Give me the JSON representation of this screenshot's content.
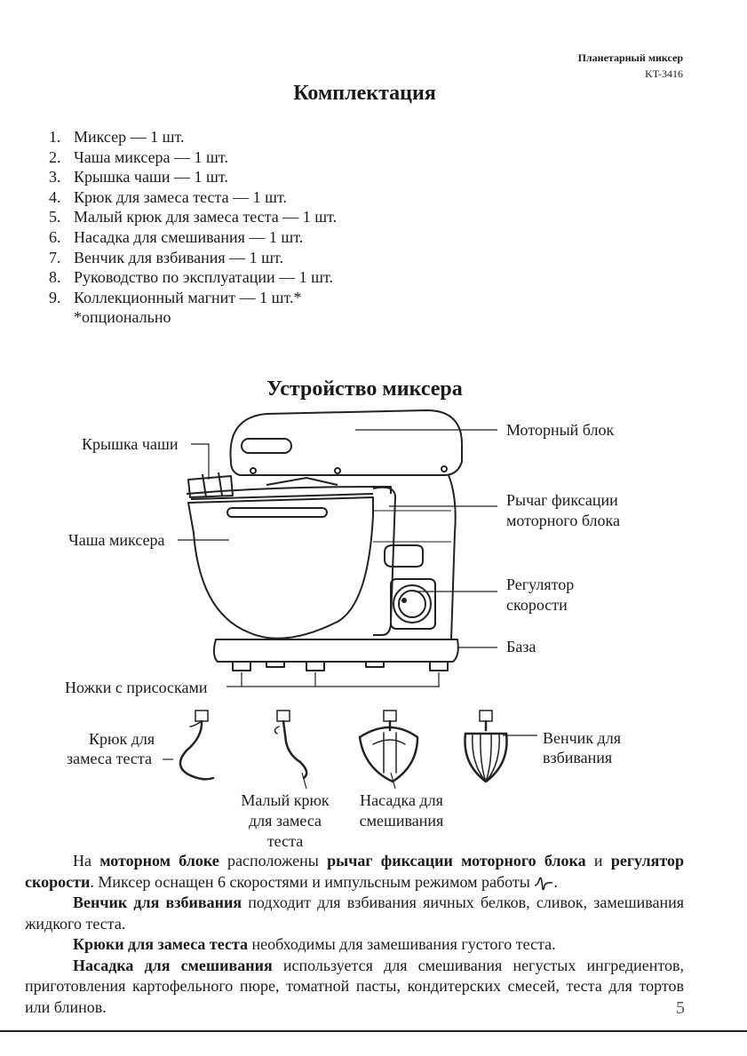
{
  "header": {
    "title": "Планетарный миксер",
    "model": "KT-3416"
  },
  "contents": {
    "heading": "Комплектация",
    "items": [
      {
        "num": "1.",
        "text": "Миксер — 1 шт."
      },
      {
        "num": "2.",
        "text": "Чаша миксера — 1 шт."
      },
      {
        "num": "3.",
        "text": "Крышка чаши — 1 шт."
      },
      {
        "num": "4.",
        "text": "Крюк для замеса теста — 1 шт."
      },
      {
        "num": "5.",
        "text": "Малый крюк для замеса теста — 1 шт."
      },
      {
        "num": "6.",
        "text": "Насадка для смешивания — 1 шт."
      },
      {
        "num": "7.",
        "text": "Венчик для взбивания — 1 шт."
      },
      {
        "num": "8.",
        "text": "Руководство по эксплуатации — 1 шт."
      },
      {
        "num": "9.",
        "text": "Коллекционный магнит — 1 шт.*"
      }
    ],
    "note": "*опционально"
  },
  "device": {
    "heading": "Устройство миксера",
    "labels": {
      "lid": "Крышка чаши",
      "motor": "Моторный блок",
      "lever1": "Рычаг фиксации",
      "lever2": "моторного блока",
      "regulator1": "Регулятор",
      "regulator2": "скорости",
      "bowl": "Чаша миксера",
      "base": "База",
      "feet": "Ножки с присосками",
      "hook1": "Крюк для",
      "hook2": "замеса теста",
      "whisk1": "Венчик для",
      "whisk2": "взбивания",
      "small_hook1": "Малый крюк",
      "small_hook2": "для замеса",
      "small_hook3": "теста",
      "beater1": "Насадка для",
      "beater2": "смешивания"
    }
  },
  "description": {
    "p1": {
      "a": "На ",
      "b1": "моторном блоке",
      "c": " расположены ",
      "b2": "рычаг фиксации моторного блока",
      "d": " и ",
      "b3": "регулятор скорости",
      "e": ". Миксер оснащен 6 скоростями и импульсным режимом работы ",
      "f": "."
    },
    "p2": {
      "b": "Венчик для взбивания",
      "t": " подходит для взбивания яичных белков, сливок, замешивания жидкого теста."
    },
    "p3": {
      "b": "Крюки для замеса теста",
      "t": " необходимы для замешивания густого теста."
    },
    "p4": {
      "b": "Насадка для смешивания",
      "t": " используется для смешивания негустых ингредиентов, приготовления картофельного пюре, томатной пасты, кондитерских смесей, теста для тортов или блинов."
    }
  },
  "page_number": "5",
  "icons": [
    "pulse-mode-icon"
  ]
}
